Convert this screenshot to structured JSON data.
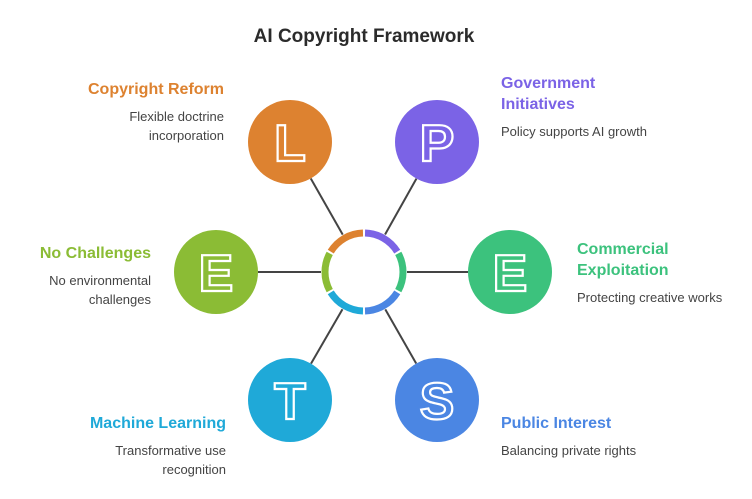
{
  "title": "AI Copyright Framework",
  "items": [
    {
      "letter": "L",
      "heading": [
        "Copyright Reform"
      ],
      "description": [
        "Flexible doctrine",
        "incorporation"
      ],
      "color": "#DD8230"
    },
    {
      "letter": "P",
      "heading": [
        "Government",
        "Initiatives"
      ],
      "description": [
        "Policy supports AI growth"
      ],
      "color": "#7B63E6"
    },
    {
      "letter": "E",
      "heading": [
        "Commercial",
        "Exploitation"
      ],
      "description": [
        "Protecting creative works"
      ],
      "color": "#3CC27D"
    },
    {
      "letter": "S",
      "heading": [
        "Public Interest"
      ],
      "description": [
        "Balancing private rights"
      ],
      "color": "#4B86E3"
    },
    {
      "letter": "T",
      "heading": [
        "Machine Learning"
      ],
      "description": [
        "Transformative use",
        "recognition"
      ],
      "color": "#1FA9D8"
    },
    {
      "letter": "E",
      "heading": [
        "No Challenges"
      ],
      "description": [
        "No environmental",
        "challenges"
      ],
      "color": "#8BBC35"
    }
  ]
}
